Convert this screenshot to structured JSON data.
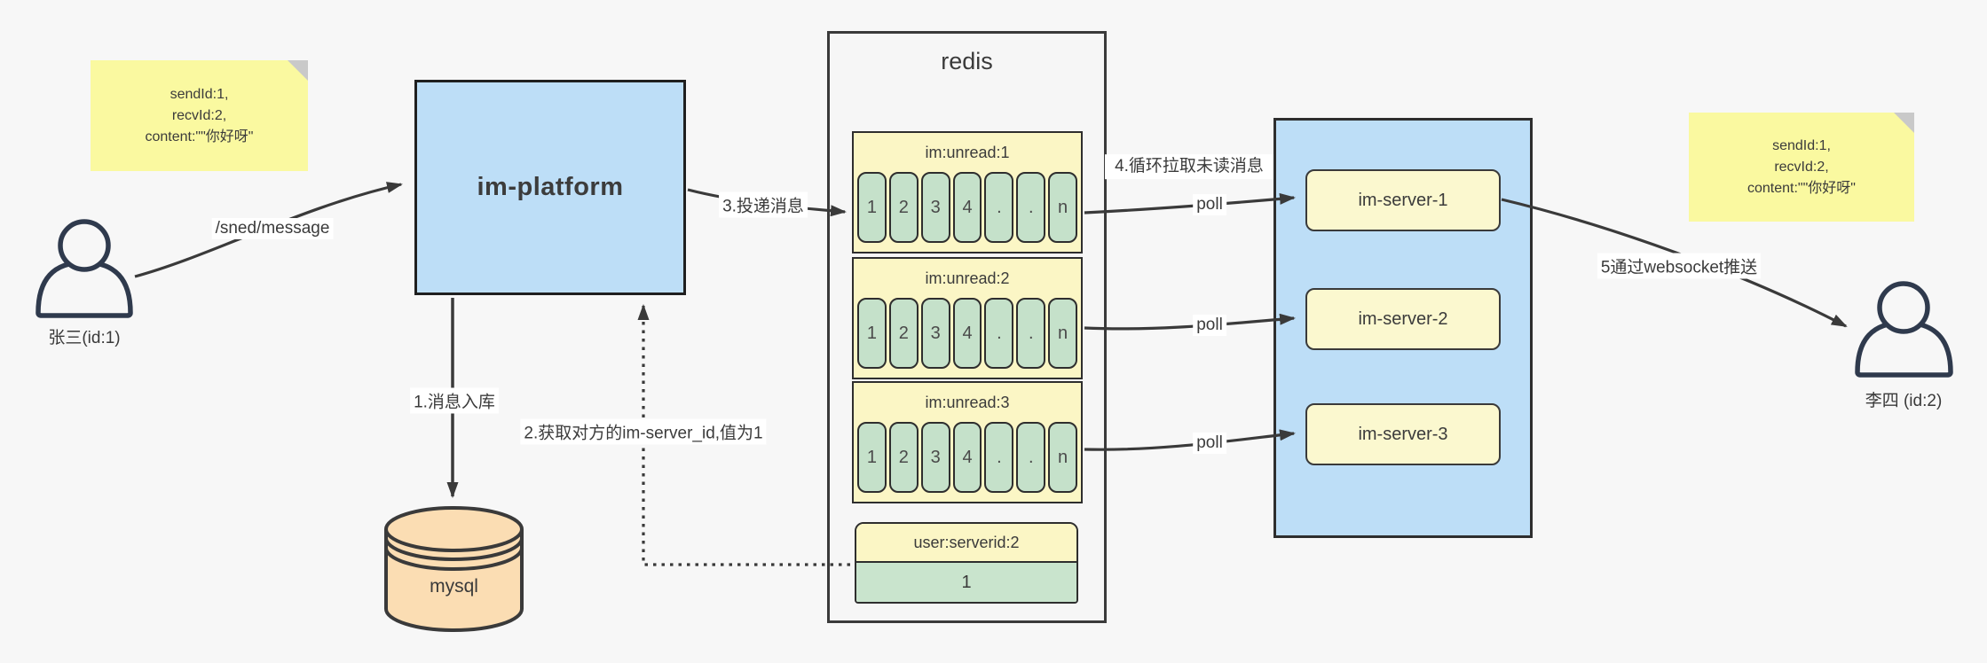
{
  "colors": {
    "background": "#F7F7F7",
    "note_yellow": "#FAF9A0",
    "note_fold": "#C9C9C9",
    "box_blue": "#BDDEF7",
    "pale_yellow": "#FBF6C5",
    "server_yellow": "#FBF8CF",
    "cell_green": "#C5E1CA",
    "mysql_orange": "#FBDDB3",
    "stroke_dark": "#3A3A3A"
  },
  "sender": {
    "label": "张三(id:1)",
    "note_lines": [
      "sendId:1,",
      "recvId:2,",
      "content:\"\"你好呀\""
    ]
  },
  "receiver": {
    "label": "李四 (id:2)",
    "note_lines": [
      "sendId:1,",
      "recvId:2,",
      "content:\"\"你好呀\""
    ]
  },
  "platform": {
    "label": "im-platform"
  },
  "database": {
    "label": "mysql"
  },
  "redis": {
    "title": "redis",
    "queues": [
      {
        "header": "im:unread:1",
        "cells": [
          "1",
          "2",
          "3",
          "4",
          ".",
          ".",
          "n"
        ]
      },
      {
        "header": "im:unread:2",
        "cells": [
          "1",
          "2",
          "3",
          "4",
          ".",
          ".",
          "n"
        ]
      },
      {
        "header": "im:unread:3",
        "cells": [
          "1",
          "2",
          "3",
          "4",
          ".",
          ".",
          "n"
        ]
      }
    ],
    "kv": {
      "header": "user:serverid:2",
      "value": "1"
    }
  },
  "servers": [
    {
      "label": "im-server-1"
    },
    {
      "label": "im-server-2"
    },
    {
      "label": "im-server-3"
    }
  ],
  "labels": {
    "send_api": "/sned/message",
    "step1": "1.消息入库",
    "step2": "2.获取对方的im-server_id,值为1",
    "step3": "3.投递消息",
    "step4": "4.循环拉取未读消息",
    "step5": "5通过websocket推送",
    "poll": "poll"
  }
}
